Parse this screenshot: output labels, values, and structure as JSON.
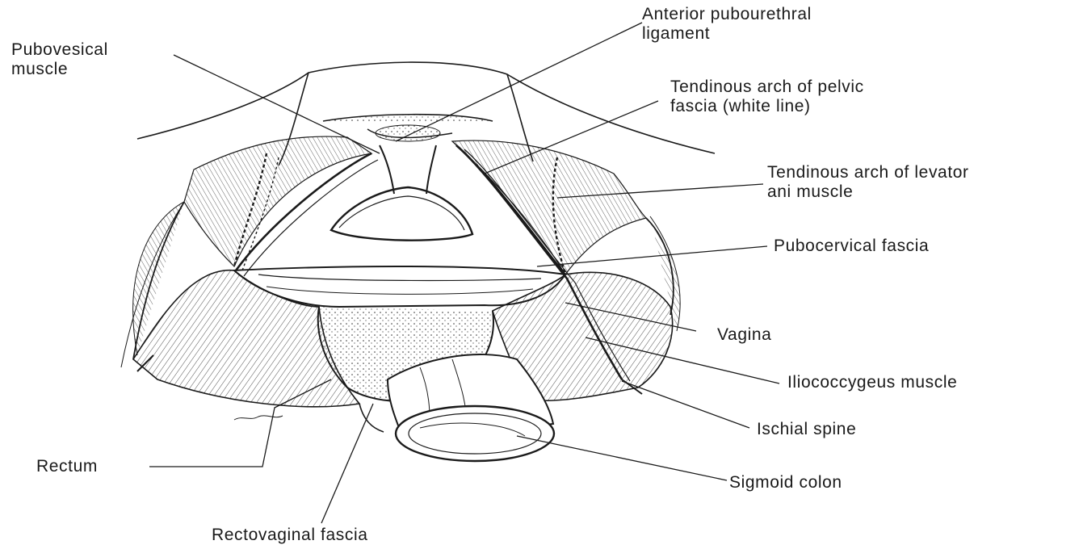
{
  "labels": {
    "pubovesical_muscle": [
      "Pubovesical",
      "muscle"
    ],
    "anterior_pubourethral_ligament": [
      "Anterior pubourethral",
      "ligament"
    ],
    "tendinous_arch_pelvic_fascia": [
      "Tendinous arch of pelvic",
      "fascia (white line)"
    ],
    "tendinous_arch_levator_ani": [
      "Tendinous arch of levator",
      "ani muscle"
    ],
    "pubocervical_fascia": "Pubocervical fascia",
    "vagina": "Vagina",
    "iliococcygeus_muscle": "Iliococcygeus muscle",
    "ischial_spine": "Ischial spine",
    "sigmoid_colon": "Sigmoid colon",
    "rectum": "Rectum",
    "rectovaginal_fascia": "Rectovaginal fascia"
  },
  "colors": {
    "ink": "#1a1a1a",
    "background": "#ffffff"
  }
}
